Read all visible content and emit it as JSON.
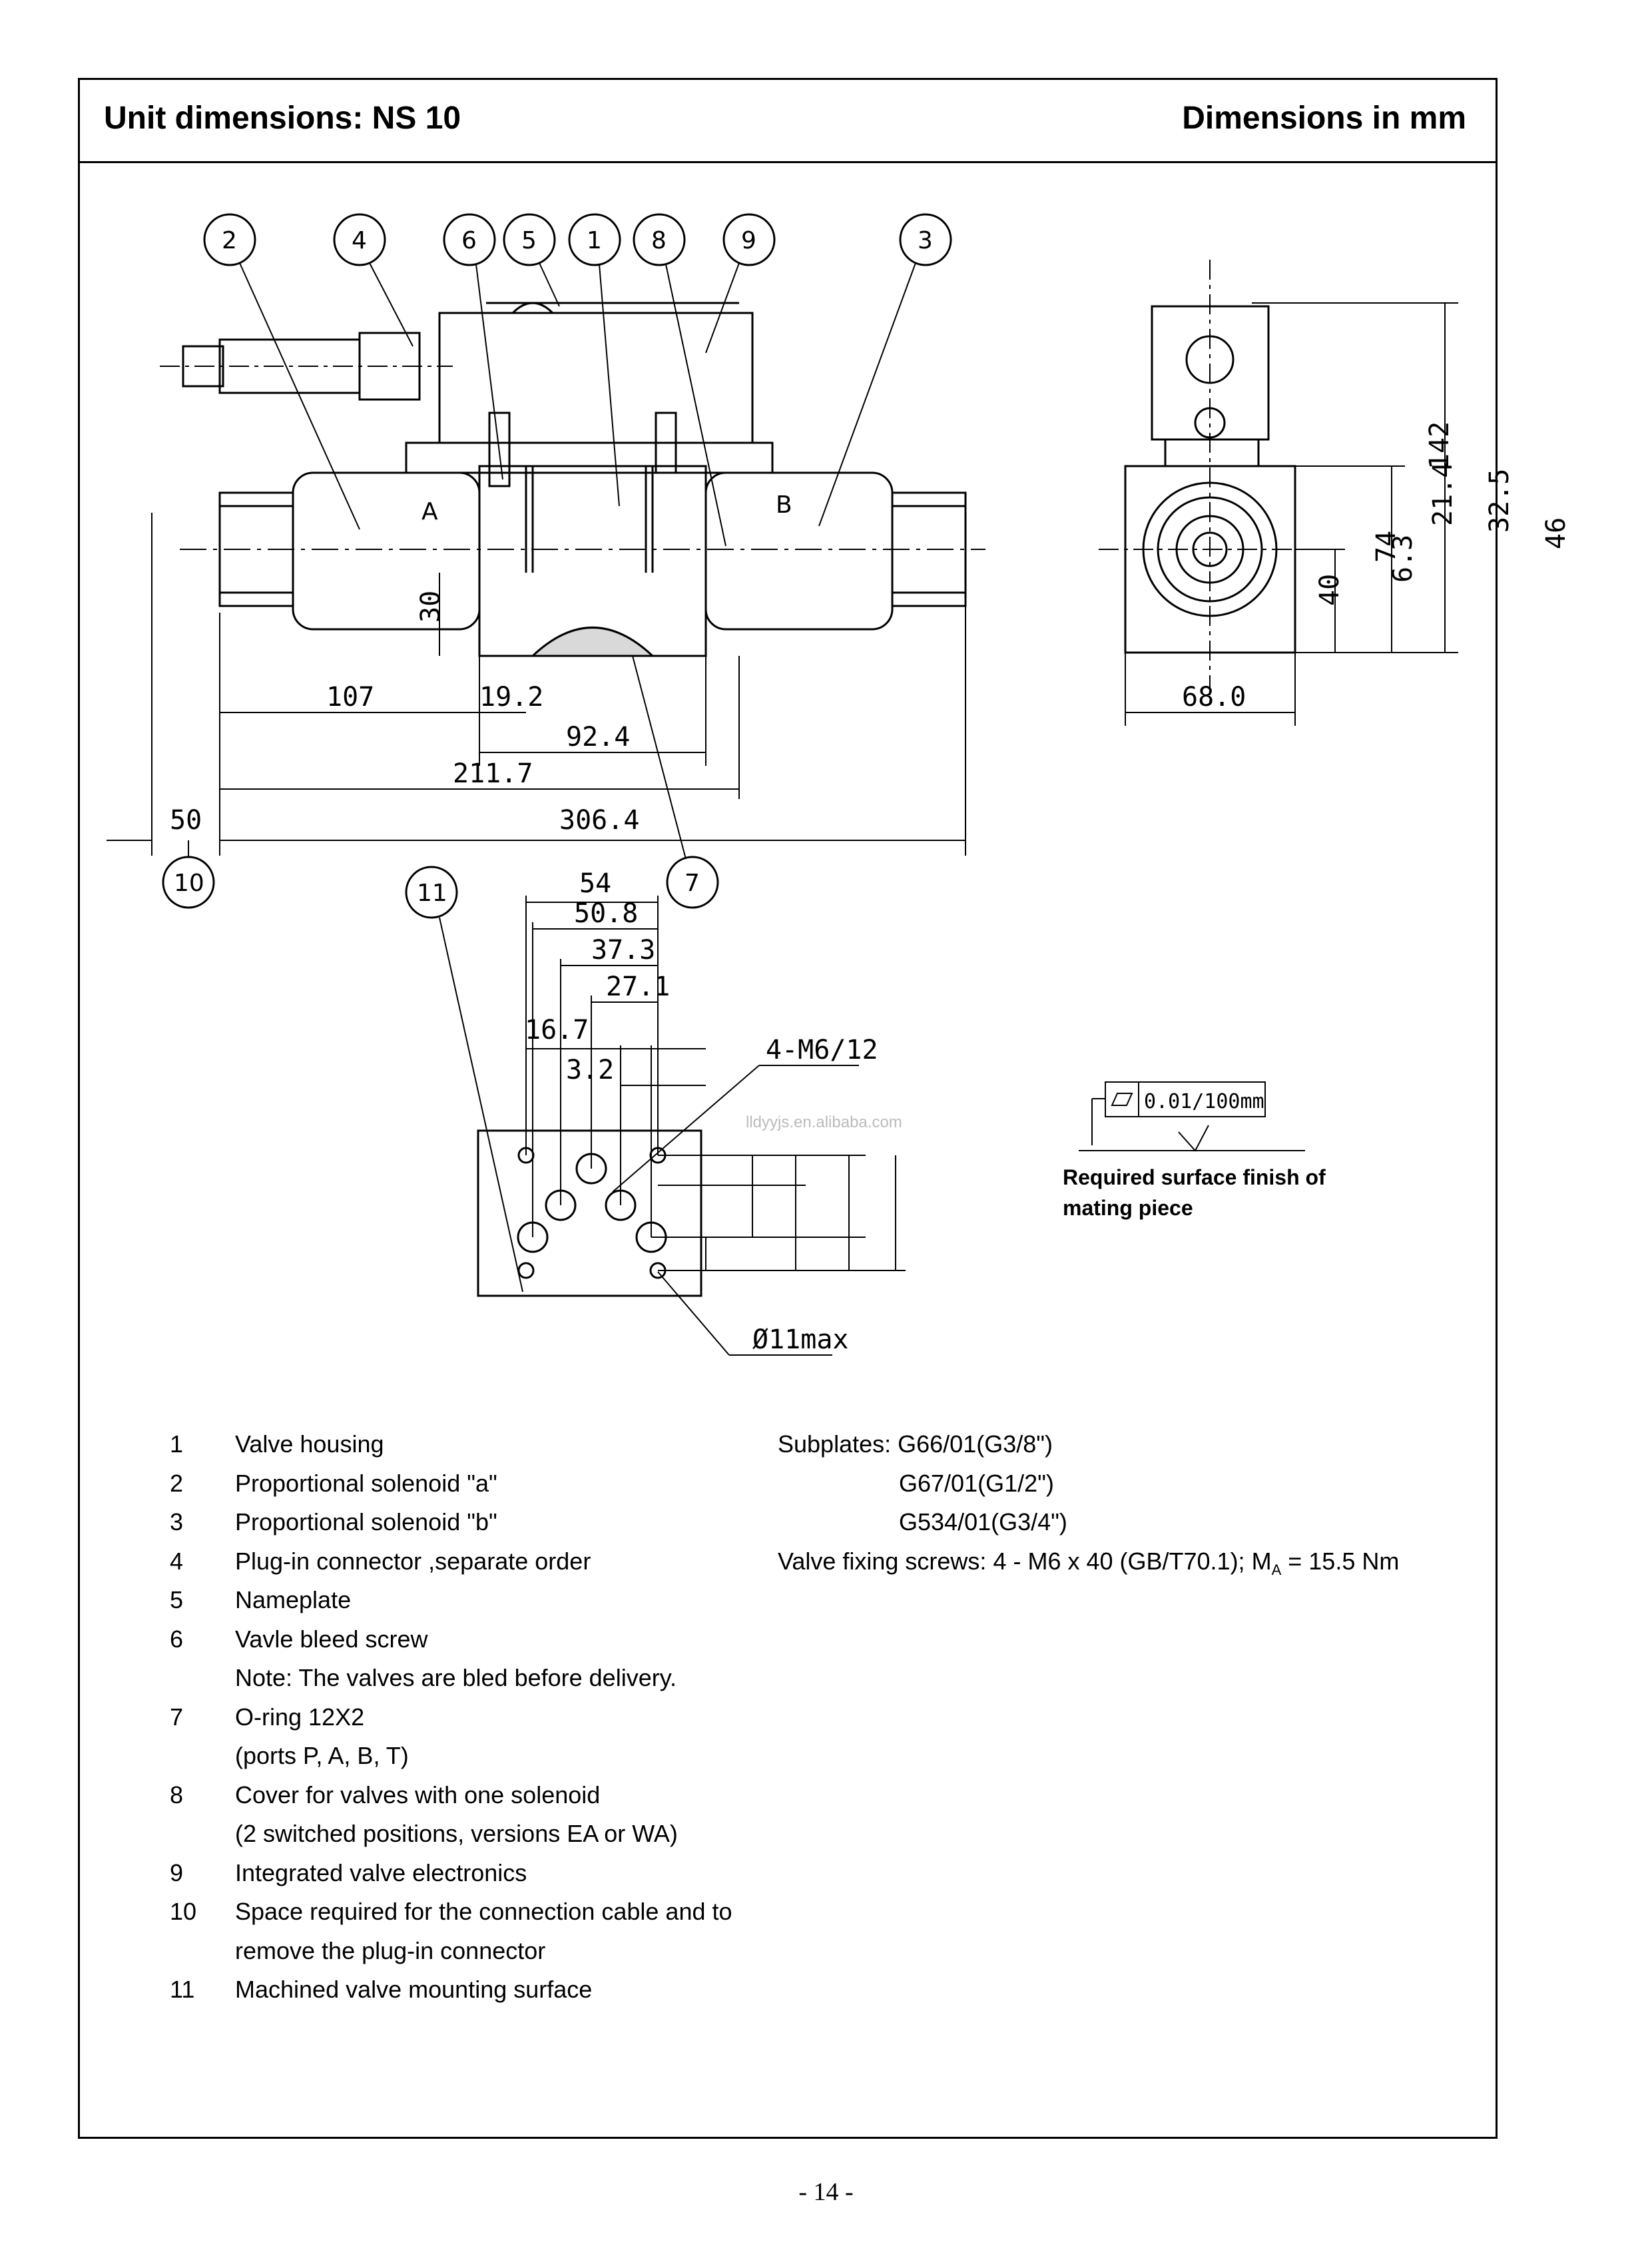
{
  "header": {
    "title": "Unit dimensions: NS 10",
    "units": "Dimensions in mm"
  },
  "drawing": {
    "callouts": [
      "1",
      "2",
      "3",
      "4",
      "5",
      "6",
      "7",
      "8",
      "9",
      "10",
      "11"
    ],
    "port_labels": {
      "a": "A",
      "b": "B"
    },
    "front_dims": [
      "107",
      "19.2",
      "92.4",
      "211.7",
      "50",
      "306.4",
      "30"
    ],
    "side_dims": [
      "68.0",
      "142",
      "74",
      "40"
    ],
    "mount_dims": [
      "54",
      "50.8",
      "37.3",
      "27.1",
      "16.7",
      "3.2",
      "4-M6/12",
      "21.4",
      "32.5",
      "46",
      "6.3",
      "Ø11max"
    ],
    "flatness": "0.01/100mm",
    "surface_finish_label": "Required surface finish of mating piece",
    "watermark": "lldyyjs.en.alibaba.com"
  },
  "legend": [
    {
      "num": "1",
      "text": "Valve housing"
    },
    {
      "num": "2",
      "text": "Proportional solenoid \"a\""
    },
    {
      "num": "3",
      "text": "Proportional solenoid \"b\""
    },
    {
      "num": "4",
      "text": "Plug-in connector ,separate order"
    },
    {
      "num": "5",
      "text": "Nameplate"
    },
    {
      "num": "6",
      "text": "Vavle bleed screw"
    },
    {
      "num": "",
      "text": "Note: The valves are bled before delivery."
    },
    {
      "num": "7",
      "text": "O-ring  12X2"
    },
    {
      "num": "",
      "text": "(ports P, A, B, T)"
    },
    {
      "num": "8",
      "text": "Cover for valves with one solenoid"
    },
    {
      "num": "",
      "text": "(2 switched positions, versions EA or WA)"
    },
    {
      "num": "9",
      "text": "Integrated valve electronics"
    },
    {
      "num": "10",
      "text": "Space required for the connection cable and to"
    },
    {
      "num": "",
      "text": "remove the plug-in connector"
    },
    {
      "num": "11",
      "text": "Machined valve mounting surface"
    }
  ],
  "notes": {
    "subplates_label": "Subplates: G66/01(G3/8\")",
    "subplate2": "G67/01(G1/2\")",
    "subplate3": "G534/01(G3/4\")",
    "screws_prefix": "Valve fixing screws: 4 - M6 x 40 (GB/T70.1); M",
    "screws_sub": "A",
    "screws_suffix": " = 15.5 Nm"
  },
  "footer": {
    "page": "- 14 -"
  }
}
